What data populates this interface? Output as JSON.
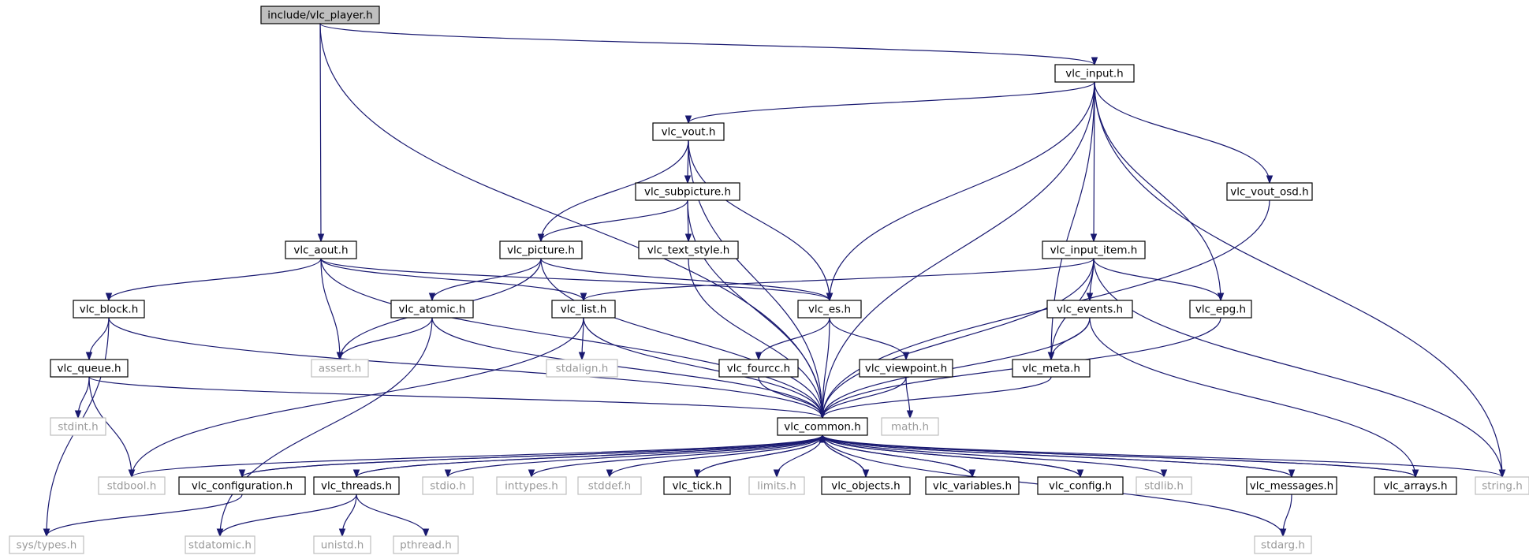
{
  "diagram": {
    "type": "include-dependency-graph",
    "nodes": [
      {
        "id": "vlc_player",
        "label": "include/vlc_player.h",
        "kind": "root"
      },
      {
        "id": "vlc_input",
        "label": "vlc_input.h",
        "kind": "internal"
      },
      {
        "id": "vlc_vout",
        "label": "vlc_vout.h",
        "kind": "internal"
      },
      {
        "id": "vlc_vout_osd",
        "label": "vlc_vout_osd.h",
        "kind": "internal"
      },
      {
        "id": "vlc_subpicture",
        "label": "vlc_subpicture.h",
        "kind": "internal"
      },
      {
        "id": "vlc_aout",
        "label": "vlc_aout.h",
        "kind": "internal"
      },
      {
        "id": "vlc_picture",
        "label": "vlc_picture.h",
        "kind": "internal"
      },
      {
        "id": "vlc_text_style",
        "label": "vlc_text_style.h",
        "kind": "internal"
      },
      {
        "id": "vlc_input_item",
        "label": "vlc_input_item.h",
        "kind": "internal"
      },
      {
        "id": "vlc_block",
        "label": "vlc_block.h",
        "kind": "internal"
      },
      {
        "id": "vlc_atomic",
        "label": "vlc_atomic.h",
        "kind": "internal"
      },
      {
        "id": "vlc_list",
        "label": "vlc_list.h",
        "kind": "internal"
      },
      {
        "id": "vlc_es",
        "label": "vlc_es.h",
        "kind": "internal"
      },
      {
        "id": "vlc_events",
        "label": "vlc_events.h",
        "kind": "internal"
      },
      {
        "id": "vlc_epg",
        "label": "vlc_epg.h",
        "kind": "internal"
      },
      {
        "id": "vlc_queue",
        "label": "vlc_queue.h",
        "kind": "internal"
      },
      {
        "id": "assert",
        "label": "assert.h",
        "kind": "external"
      },
      {
        "id": "stdalign",
        "label": "stdalign.h",
        "kind": "external"
      },
      {
        "id": "vlc_fourcc",
        "label": "vlc_fourcc.h",
        "kind": "internal"
      },
      {
        "id": "vlc_viewpoint",
        "label": "vlc_viewpoint.h",
        "kind": "internal"
      },
      {
        "id": "vlc_meta",
        "label": "vlc_meta.h",
        "kind": "internal"
      },
      {
        "id": "stdint",
        "label": "stdint.h",
        "kind": "external"
      },
      {
        "id": "vlc_common",
        "label": "vlc_common.h",
        "kind": "internal"
      },
      {
        "id": "math",
        "label": "math.h",
        "kind": "external"
      },
      {
        "id": "stdbool",
        "label": "stdbool.h",
        "kind": "external"
      },
      {
        "id": "vlc_configuration",
        "label": "vlc_configuration.h",
        "kind": "internal"
      },
      {
        "id": "vlc_threads",
        "label": "vlc_threads.h",
        "kind": "internal"
      },
      {
        "id": "stdio",
        "label": "stdio.h",
        "kind": "external"
      },
      {
        "id": "inttypes",
        "label": "inttypes.h",
        "kind": "external"
      },
      {
        "id": "stddef",
        "label": "stddef.h",
        "kind": "external"
      },
      {
        "id": "vlc_tick",
        "label": "vlc_tick.h",
        "kind": "internal"
      },
      {
        "id": "limits",
        "label": "limits.h",
        "kind": "external"
      },
      {
        "id": "vlc_objects",
        "label": "vlc_objects.h",
        "kind": "internal"
      },
      {
        "id": "vlc_variables",
        "label": "vlc_variables.h",
        "kind": "internal"
      },
      {
        "id": "vlc_config",
        "label": "vlc_config.h",
        "kind": "internal"
      },
      {
        "id": "stdlib",
        "label": "stdlib.h",
        "kind": "external"
      },
      {
        "id": "vlc_messages",
        "label": "vlc_messages.h",
        "kind": "internal"
      },
      {
        "id": "vlc_arrays",
        "label": "vlc_arrays.h",
        "kind": "internal"
      },
      {
        "id": "string",
        "label": "string.h",
        "kind": "external"
      },
      {
        "id": "sys_types",
        "label": "sys/types.h",
        "kind": "external"
      },
      {
        "id": "stdatomic",
        "label": "stdatomic.h",
        "kind": "external"
      },
      {
        "id": "unistd",
        "label": "unistd.h",
        "kind": "external"
      },
      {
        "id": "pthread",
        "label": "pthread.h",
        "kind": "external"
      },
      {
        "id": "stdarg",
        "label": "stdarg.h",
        "kind": "external"
      }
    ],
    "edges": [
      [
        "vlc_player",
        "vlc_input"
      ],
      [
        "vlc_player",
        "vlc_aout"
      ],
      [
        "vlc_player",
        "vlc_common"
      ],
      [
        "vlc_input",
        "vlc_vout"
      ],
      [
        "vlc_input",
        "vlc_vout_osd"
      ],
      [
        "vlc_input",
        "vlc_input_item"
      ],
      [
        "vlc_input",
        "vlc_es"
      ],
      [
        "vlc_input",
        "vlc_meta"
      ],
      [
        "vlc_input",
        "vlc_epg"
      ],
      [
        "vlc_input",
        "vlc_common"
      ],
      [
        "vlc_input",
        "string"
      ],
      [
        "vlc_vout",
        "vlc_subpicture"
      ],
      [
        "vlc_vout",
        "vlc_picture"
      ],
      [
        "vlc_vout",
        "vlc_es"
      ],
      [
        "vlc_vout",
        "vlc_common"
      ],
      [
        "vlc_vout_osd",
        "vlc_common"
      ],
      [
        "vlc_subpicture",
        "vlc_picture"
      ],
      [
        "vlc_subpicture",
        "vlc_text_style"
      ],
      [
        "vlc_subpicture",
        "vlc_common"
      ],
      [
        "vlc_aout",
        "vlc_block"
      ],
      [
        "vlc_aout",
        "assert"
      ],
      [
        "vlc_aout",
        "vlc_list"
      ],
      [
        "vlc_aout",
        "vlc_es"
      ],
      [
        "vlc_aout",
        "vlc_common"
      ],
      [
        "vlc_picture",
        "vlc_atomic"
      ],
      [
        "vlc_picture",
        "vlc_es"
      ],
      [
        "vlc_picture",
        "assert"
      ],
      [
        "vlc_picture",
        "vlc_common"
      ],
      [
        "vlc_text_style",
        "vlc_common"
      ],
      [
        "vlc_input_item",
        "vlc_list"
      ],
      [
        "vlc_input_item",
        "vlc_events"
      ],
      [
        "vlc_input_item",
        "vlc_epg"
      ],
      [
        "vlc_input_item",
        "vlc_meta"
      ],
      [
        "vlc_input_item",
        "vlc_common"
      ],
      [
        "vlc_input_item",
        "string"
      ],
      [
        "vlc_block",
        "vlc_queue"
      ],
      [
        "vlc_block",
        "sys_types"
      ],
      [
        "vlc_block",
        "vlc_common"
      ],
      [
        "vlc_atomic",
        "assert"
      ],
      [
        "vlc_atomic",
        "stdatomic"
      ],
      [
        "vlc_atomic",
        "vlc_common"
      ],
      [
        "vlc_list",
        "stdalign"
      ],
      [
        "vlc_list",
        "vlc_common"
      ],
      [
        "vlc_list",
        "stdbool"
      ],
      [
        "vlc_es",
        "vlc_fourcc"
      ],
      [
        "vlc_es",
        "vlc_viewpoint"
      ],
      [
        "vlc_es",
        "vlc_common"
      ],
      [
        "vlc_events",
        "vlc_meta"
      ],
      [
        "vlc_events",
        "vlc_common"
      ],
      [
        "vlc_events",
        "vlc_arrays"
      ],
      [
        "vlc_epg",
        "vlc_common"
      ],
      [
        "vlc_queue",
        "stdint"
      ],
      [
        "vlc_queue",
        "stdbool"
      ],
      [
        "vlc_queue",
        "vlc_common"
      ],
      [
        "vlc_fourcc",
        "vlc_common"
      ],
      [
        "vlc_viewpoint",
        "vlc_common"
      ],
      [
        "vlc_viewpoint",
        "math"
      ],
      [
        "vlc_meta",
        "vlc_common"
      ],
      [
        "vlc_common",
        "stdbool"
      ],
      [
        "vlc_common",
        "vlc_configuration"
      ],
      [
        "vlc_common",
        "vlc_threads"
      ],
      [
        "vlc_common",
        "stdio"
      ],
      [
        "vlc_common",
        "inttypes"
      ],
      [
        "vlc_common",
        "stddef"
      ],
      [
        "vlc_common",
        "vlc_tick"
      ],
      [
        "vlc_common",
        "limits"
      ],
      [
        "vlc_common",
        "vlc_objects"
      ],
      [
        "vlc_common",
        "vlc_variables"
      ],
      [
        "vlc_common",
        "vlc_config"
      ],
      [
        "vlc_common",
        "stdlib"
      ],
      [
        "vlc_common",
        "vlc_messages"
      ],
      [
        "vlc_common",
        "vlc_arrays"
      ],
      [
        "vlc_common",
        "string"
      ],
      [
        "vlc_common",
        "stdarg"
      ],
      [
        "vlc_configuration",
        "vlc_common"
      ],
      [
        "vlc_configuration",
        "sys_types"
      ],
      [
        "vlc_threads",
        "vlc_common"
      ],
      [
        "vlc_threads",
        "unistd"
      ],
      [
        "vlc_threads",
        "pthread"
      ],
      [
        "vlc_threads",
        "stdatomic"
      ],
      [
        "vlc_tick",
        "vlc_common"
      ],
      [
        "vlc_objects",
        "vlc_common"
      ],
      [
        "vlc_variables",
        "vlc_common"
      ],
      [
        "vlc_config",
        "vlc_common"
      ],
      [
        "vlc_messages",
        "vlc_common"
      ],
      [
        "vlc_messages",
        "stdarg"
      ],
      [
        "vlc_arrays",
        "vlc_common"
      ]
    ],
    "colors": {
      "edge": "#191970",
      "root_fill": "#bfbfbf",
      "external_border": "#bfbfbf",
      "external_text": "#9a9a9a"
    }
  }
}
